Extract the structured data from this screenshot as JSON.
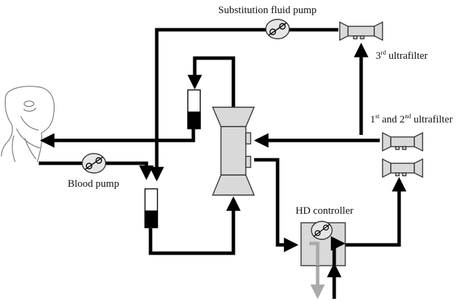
{
  "labels": {
    "substitution_pump": "Substitution fluid pump",
    "third_uf_sup": "rd",
    "third_uf_rest": " ultrafilter",
    "third_uf_num": "3",
    "first_second_a": "1",
    "first_second_a_sup": "st",
    "first_second_mid": " and 2",
    "first_second_b_sup": "nd",
    "first_second_rest": " ultrafilter",
    "blood_pump": "Blood pump",
    "hd_controller": "HD controller"
  },
  "colors": {
    "line": "#000000",
    "grey_line": "#aaaaaa",
    "device_fill": "#d9d9d9",
    "pump_fill": "#e6e6e6"
  }
}
